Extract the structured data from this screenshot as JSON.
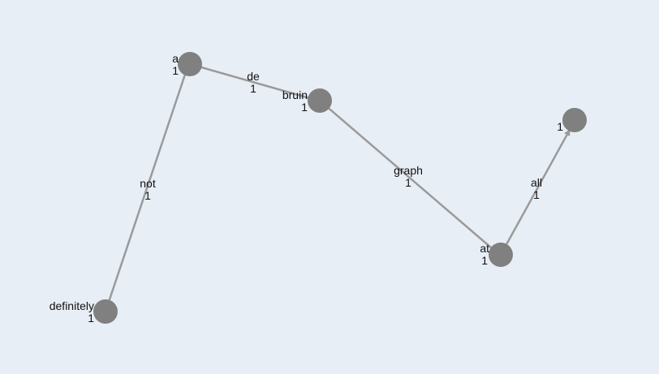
{
  "graph": {
    "colors": {
      "background": "#e8eef6",
      "node": "#808080",
      "edge": "#9a9a9a",
      "text": "#111111"
    },
    "nodes": [
      {
        "id": "definitely",
        "label": "definitely",
        "count": "1"
      },
      {
        "id": "a",
        "label": "a",
        "count": "1"
      },
      {
        "id": "bruin",
        "label": "bruin",
        "count": "1"
      },
      {
        "id": "at",
        "label": "at",
        "count": "1"
      },
      {
        "id": "end",
        "label": "",
        "count": "1"
      }
    ],
    "edges": [
      {
        "from": "definitely",
        "to": "a",
        "label": "not",
        "count": "1"
      },
      {
        "from": "a",
        "to": "bruin",
        "label": "de",
        "count": "1"
      },
      {
        "from": "bruin",
        "to": "at",
        "label": "graph",
        "count": "1"
      },
      {
        "from": "at",
        "to": "end",
        "label": "all",
        "count": "1"
      }
    ]
  }
}
